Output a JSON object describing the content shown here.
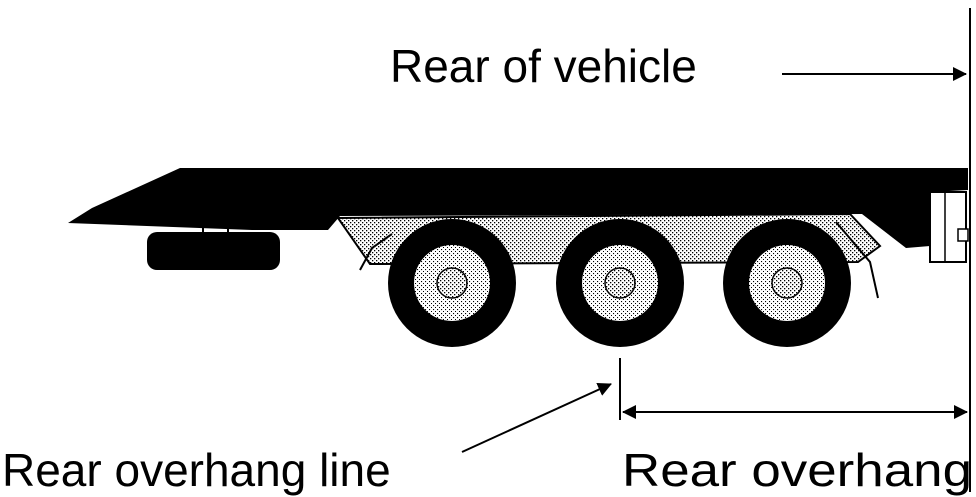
{
  "diagram": {
    "labels": {
      "rear_of_vehicle": "Rear of vehicle",
      "rear_overhang_line": "Rear overhang line",
      "rear_overhang": "Rear overhang"
    }
  },
  "colors": {
    "ink": "#000000",
    "background": "#ffffff",
    "stipple_base": "#ffffff",
    "stipple_dots": "#000000"
  }
}
